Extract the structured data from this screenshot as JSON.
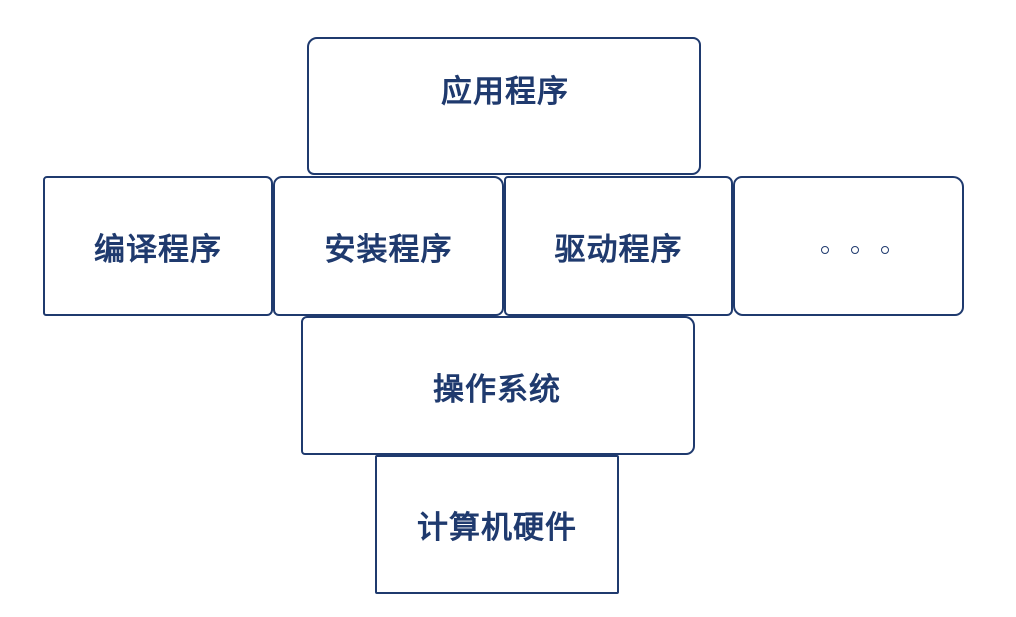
{
  "diagram": {
    "title": "",
    "colors": {
      "stroke": "#1f3a6e",
      "text": "#1f3a6e",
      "background": "#ffffff"
    },
    "layers": {
      "application": "应用程序",
      "compiler": "编译程序",
      "installer": "安装程序",
      "driver": "驱动程序",
      "more": "。。。",
      "operating_system": "操作系统",
      "hardware": "计算机硬件"
    }
  }
}
